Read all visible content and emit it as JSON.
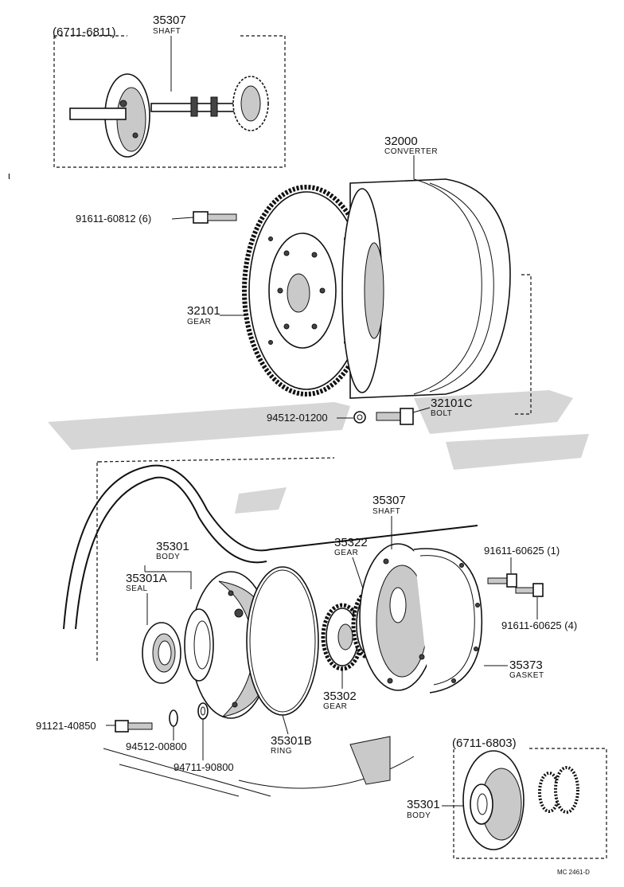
{
  "labels": {
    "top_range": "(6711-6811)",
    "shaft_top_num": "35307",
    "shaft_top_name": "SHAFT",
    "converter_num": "32000",
    "converter_name": "CONVERTER",
    "bolt6_num": "91611-60812 (6)",
    "gear_num": "32101",
    "gear_name": "GEAR",
    "bolt_c_num": "32101C",
    "bolt_c_name": "BOLT",
    "washer_num": "94512-01200",
    "shaft_mid_num": "35307",
    "shaft_mid_name": "SHAFT",
    "body_num": "35301",
    "body_name": "BODY",
    "gear22_num": "35322",
    "gear22_name": "GEAR",
    "seal_num": "35301A",
    "seal_name": "SEAL",
    "bolt1_num": "91611-60625 (1)",
    "bolt4_num": "91611-60625 (4)",
    "gasket_num": "35373",
    "gasket_name": "GASKET",
    "gear02_num": "35302",
    "gear02_name": "GEAR",
    "bolt40850_num": "91121-40850",
    "ring_num": "35301B",
    "ring_name": "RING",
    "washer800_num": "94512-00800",
    "washer90800_num": "94711-90800",
    "bottom_range": "(6711-6803)",
    "body_bottom_num": "35301",
    "body_bottom_name": "BODY",
    "ref_code": "MC 2461-D"
  }
}
